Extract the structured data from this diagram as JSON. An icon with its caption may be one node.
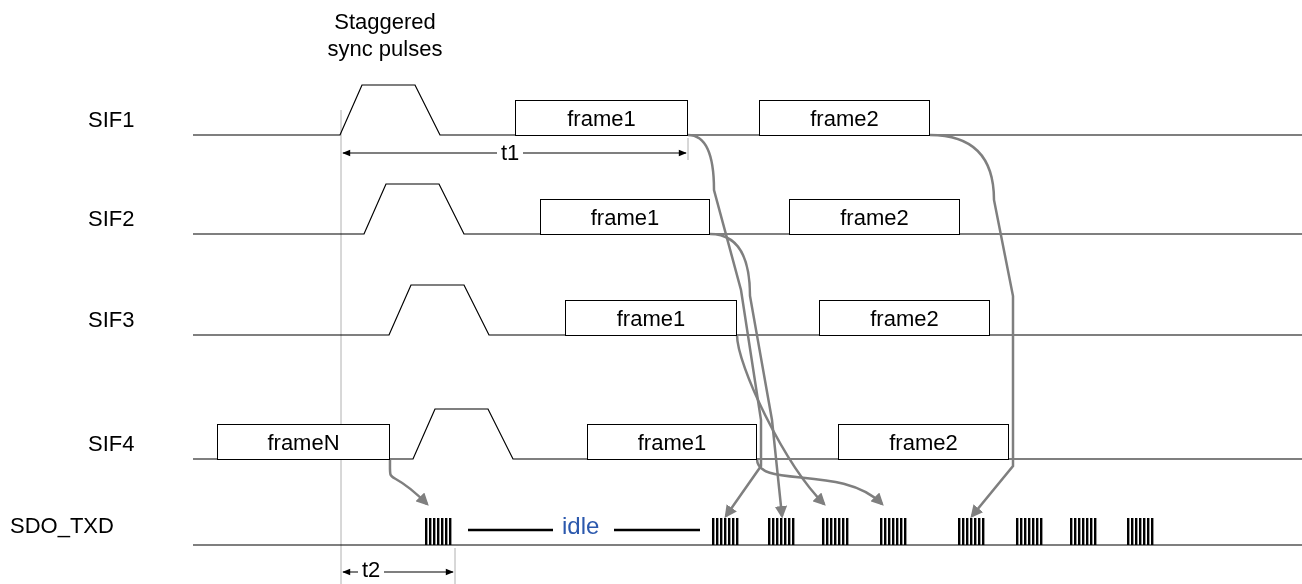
{
  "diagram": {
    "nodes": [
      {
        "text": [
          "frame1"
        ]
      },
      {
        "text": [
          "frame2"
        ]
      },
      {
        "text": [
          "frame1"
        ]
      },
      {
        "text": [
          "frame2"
        ]
      },
      {
        "text": [
          "frame1"
        ]
      },
      {
        "text": [
          "frame2"
        ]
      },
      {
        "text": [
          "frameN"
        ]
      },
      {
        "text": [
          "frame1"
        ]
      },
      {
        "text": [
          "frame2"
        ]
      },
      {
        "text": [],
        "shape": "bar"
      },
      {
        "text": [],
        "shape": "bar"
      },
      {
        "text": [],
        "shape": "bar"
      },
      {
        "text": [],
        "shape": "bar"
      },
      {
        "text": [],
        "shape": "bar"
      },
      {
        "text": [],
        "shape": "bar"
      },
      {
        "text": [],
        "shape": "bar"
      },
      {
        "text": [],
        "shape": "bar"
      },
      {
        "text": [],
        "shape": "bar"
      }
    ],
    "edges": [
      {
        "from": 6,
        "to": 9,
        "arrow": "to"
      },
      {
        "from": 0,
        "to": 10,
        "arrow": "to"
      },
      {
        "from": 2,
        "to": 11,
        "arrow": "to"
      },
      {
        "from": 4,
        "to": 12,
        "arrow": "to"
      },
      {
        "from": 7,
        "to": 13,
        "arrow": "to"
      },
      {
        "from": 1,
        "to": 14,
        "arrow": "to"
      }
    ],
    "labels": [
      "Staggered sync pulses",
      "SIF1",
      "t1",
      "SIF2",
      "SIF3",
      "SIF4",
      "SDO_TXD",
      "idle",
      "t2"
    ]
  }
}
